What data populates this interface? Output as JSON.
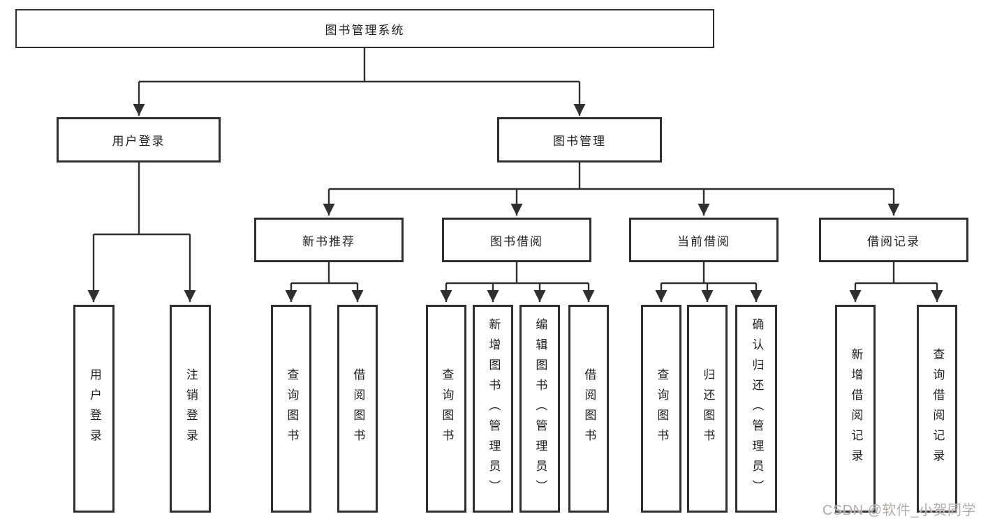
{
  "diagram": {
    "type": "hierarchy",
    "title": "图书管理系统"
  },
  "colors": {
    "line": "#2f2f2f",
    "text": "#212121",
    "box_background": "#ffffff",
    "page_background": "#ffffff",
    "watermark": "#b3acac"
  },
  "nodes": {
    "root": {
      "label": "图书管理系统"
    },
    "level2": [
      {
        "label": "用户登录"
      },
      {
        "label": "图书管理"
      }
    ],
    "level3": [
      {
        "label": "新书推荐",
        "parent": "图书管理"
      },
      {
        "label": "图书借阅",
        "parent": "图书管理"
      },
      {
        "label": "当前借阅",
        "parent": "图书管理"
      },
      {
        "label": "借阅记录",
        "parent": "图书管理"
      }
    ],
    "leaves": [
      {
        "label": "用户登录",
        "parent": "用户登录"
      },
      {
        "label": "注销登录",
        "parent": "用户登录"
      },
      {
        "label": "查询图书",
        "parent": "新书推荐"
      },
      {
        "label": "借阅图书",
        "parent": "新书推荐"
      },
      {
        "label": "查询图书",
        "parent": "图书借阅"
      },
      {
        "label": "新增图书（管理员）",
        "parent": "图书借阅"
      },
      {
        "label": "编辑图书（管理员）",
        "parent": "图书借阅"
      },
      {
        "label": "借阅图书",
        "parent": "图书借阅"
      },
      {
        "label": "查询图书",
        "parent": "当前借阅"
      },
      {
        "label": "归还图书",
        "parent": "当前借阅"
      },
      {
        "label": "确认归还（管理员）",
        "parent": "当前借阅"
      },
      {
        "label": "新增借阅记录",
        "parent": "借阅记录"
      },
      {
        "label": "查询借阅记录",
        "parent": "借阅记录"
      }
    ]
  },
  "watermark": {
    "text": "CSDN @软件_小贺同学"
  }
}
